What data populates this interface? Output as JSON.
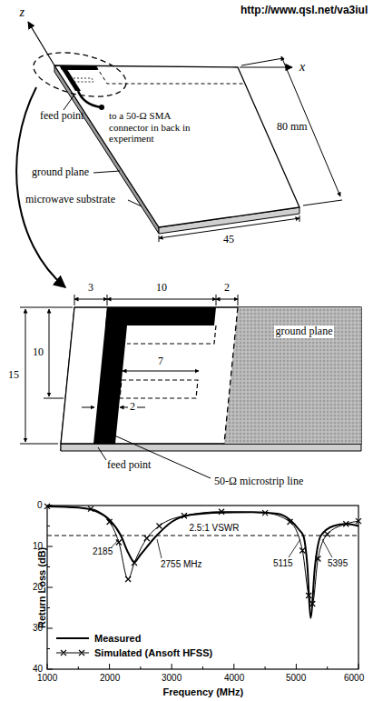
{
  "diagram": {
    "labels": [
      "http://www.qsl.net/va3iul",
      "z",
      "x",
      "feed point",
      "to a 50-Ω SMA connector in back in experiment",
      "80 mm",
      "ground plane",
      "microwave substrate",
      "45",
      "3",
      "10",
      "2",
      "10",
      "7",
      "ground plane",
      "15",
      "2",
      "feed point",
      "50-Ω microstrip line",
      "2.5:1 VSWR",
      "2185",
      "2755 MHz",
      "5115",
      "5395",
      "0",
      "10",
      "20",
      "30",
      "40",
      "1000",
      "2000",
      "3000",
      "4000",
      "5000",
      "6000",
      "Frequency (MHz)",
      "Return Loss (dB)"
    ],
    "legend": [
      {
        "text": "Measured"
      },
      {
        "text": "Simulated (Ansoft HFSS)"
      }
    ]
  }
}
